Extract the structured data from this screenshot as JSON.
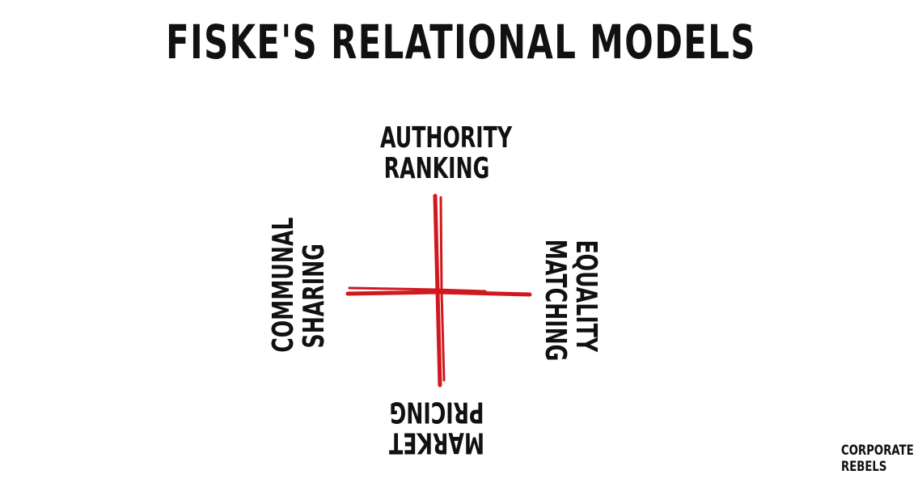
{
  "title": "Fiske's Relational Models",
  "models": {
    "top": "Authority Ranking",
    "left": "Communal Sharing",
    "right": "Equality Matching",
    "bottom": "Market Pricing"
  },
  "logo": {
    "line1": "Corporate",
    "line2": "Rebels"
  },
  "colors": {
    "cross": "#d1181f",
    "text": "#111111"
  }
}
